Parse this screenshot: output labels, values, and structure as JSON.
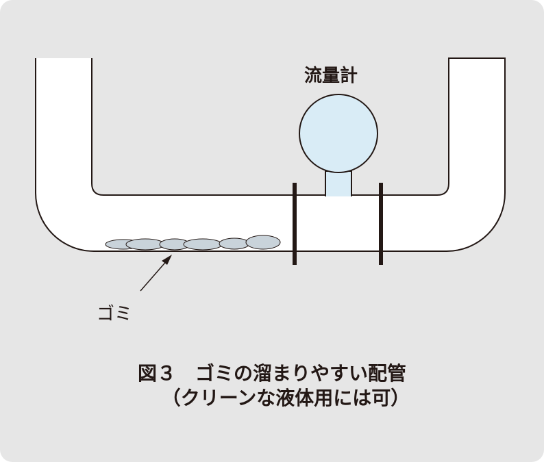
{
  "labels": {
    "meter": "流量計",
    "dust": "ゴミ"
  },
  "caption": {
    "line1": "図３　ゴミの溜まりやすい配管",
    "line2": "（クリーンな液体用には可）"
  },
  "colors": {
    "background": "#e6e6e6",
    "pipe": "#ffffff",
    "meter": "#d9ecf6",
    "stone": "#c9d3da",
    "stroke": "#231815"
  }
}
